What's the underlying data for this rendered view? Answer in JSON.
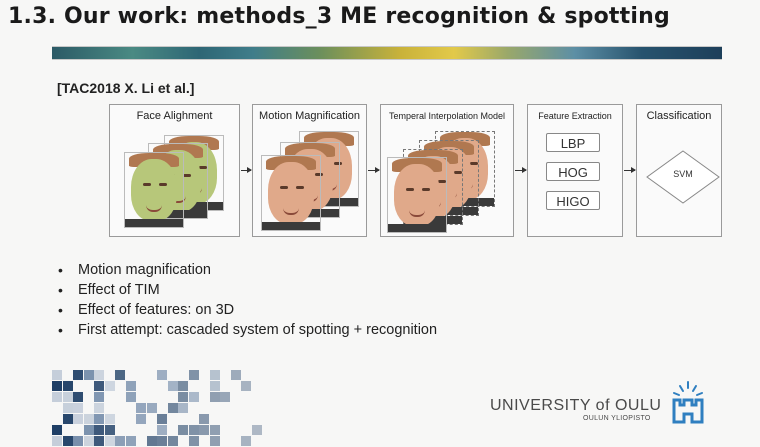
{
  "slide": {
    "title": "1.3. Our work: methods_3 ME recognition & spotting",
    "citation": "[TAC2018 X. Li et al.]"
  },
  "pipeline": {
    "face_alignment": "Face Alighment",
    "motion_magnification": "Motion Magnification",
    "temporal_interpolation": "Temperal Interpolation Model",
    "feature_extraction": "Feature Extraction",
    "classification": "Classification",
    "features": [
      "LBP",
      "HOG",
      "HIGO"
    ],
    "classifier": "SVM"
  },
  "bullets": [
    "Motion magnification",
    "Effect of TIM",
    "Effect of features: on 3D",
    "First attempt: cascaded system of spotting + recognition"
  ],
  "footer": {
    "university": "UNIVERSITY of OULU",
    "university_sub": "OULUN YLIOPISTO"
  },
  "colors": {
    "brand_blue": "#2f7fc0",
    "mosaic_dark": "#1f3f66",
    "aligned_face": "#b7c77a",
    "face_skin": "#e0a98a"
  }
}
